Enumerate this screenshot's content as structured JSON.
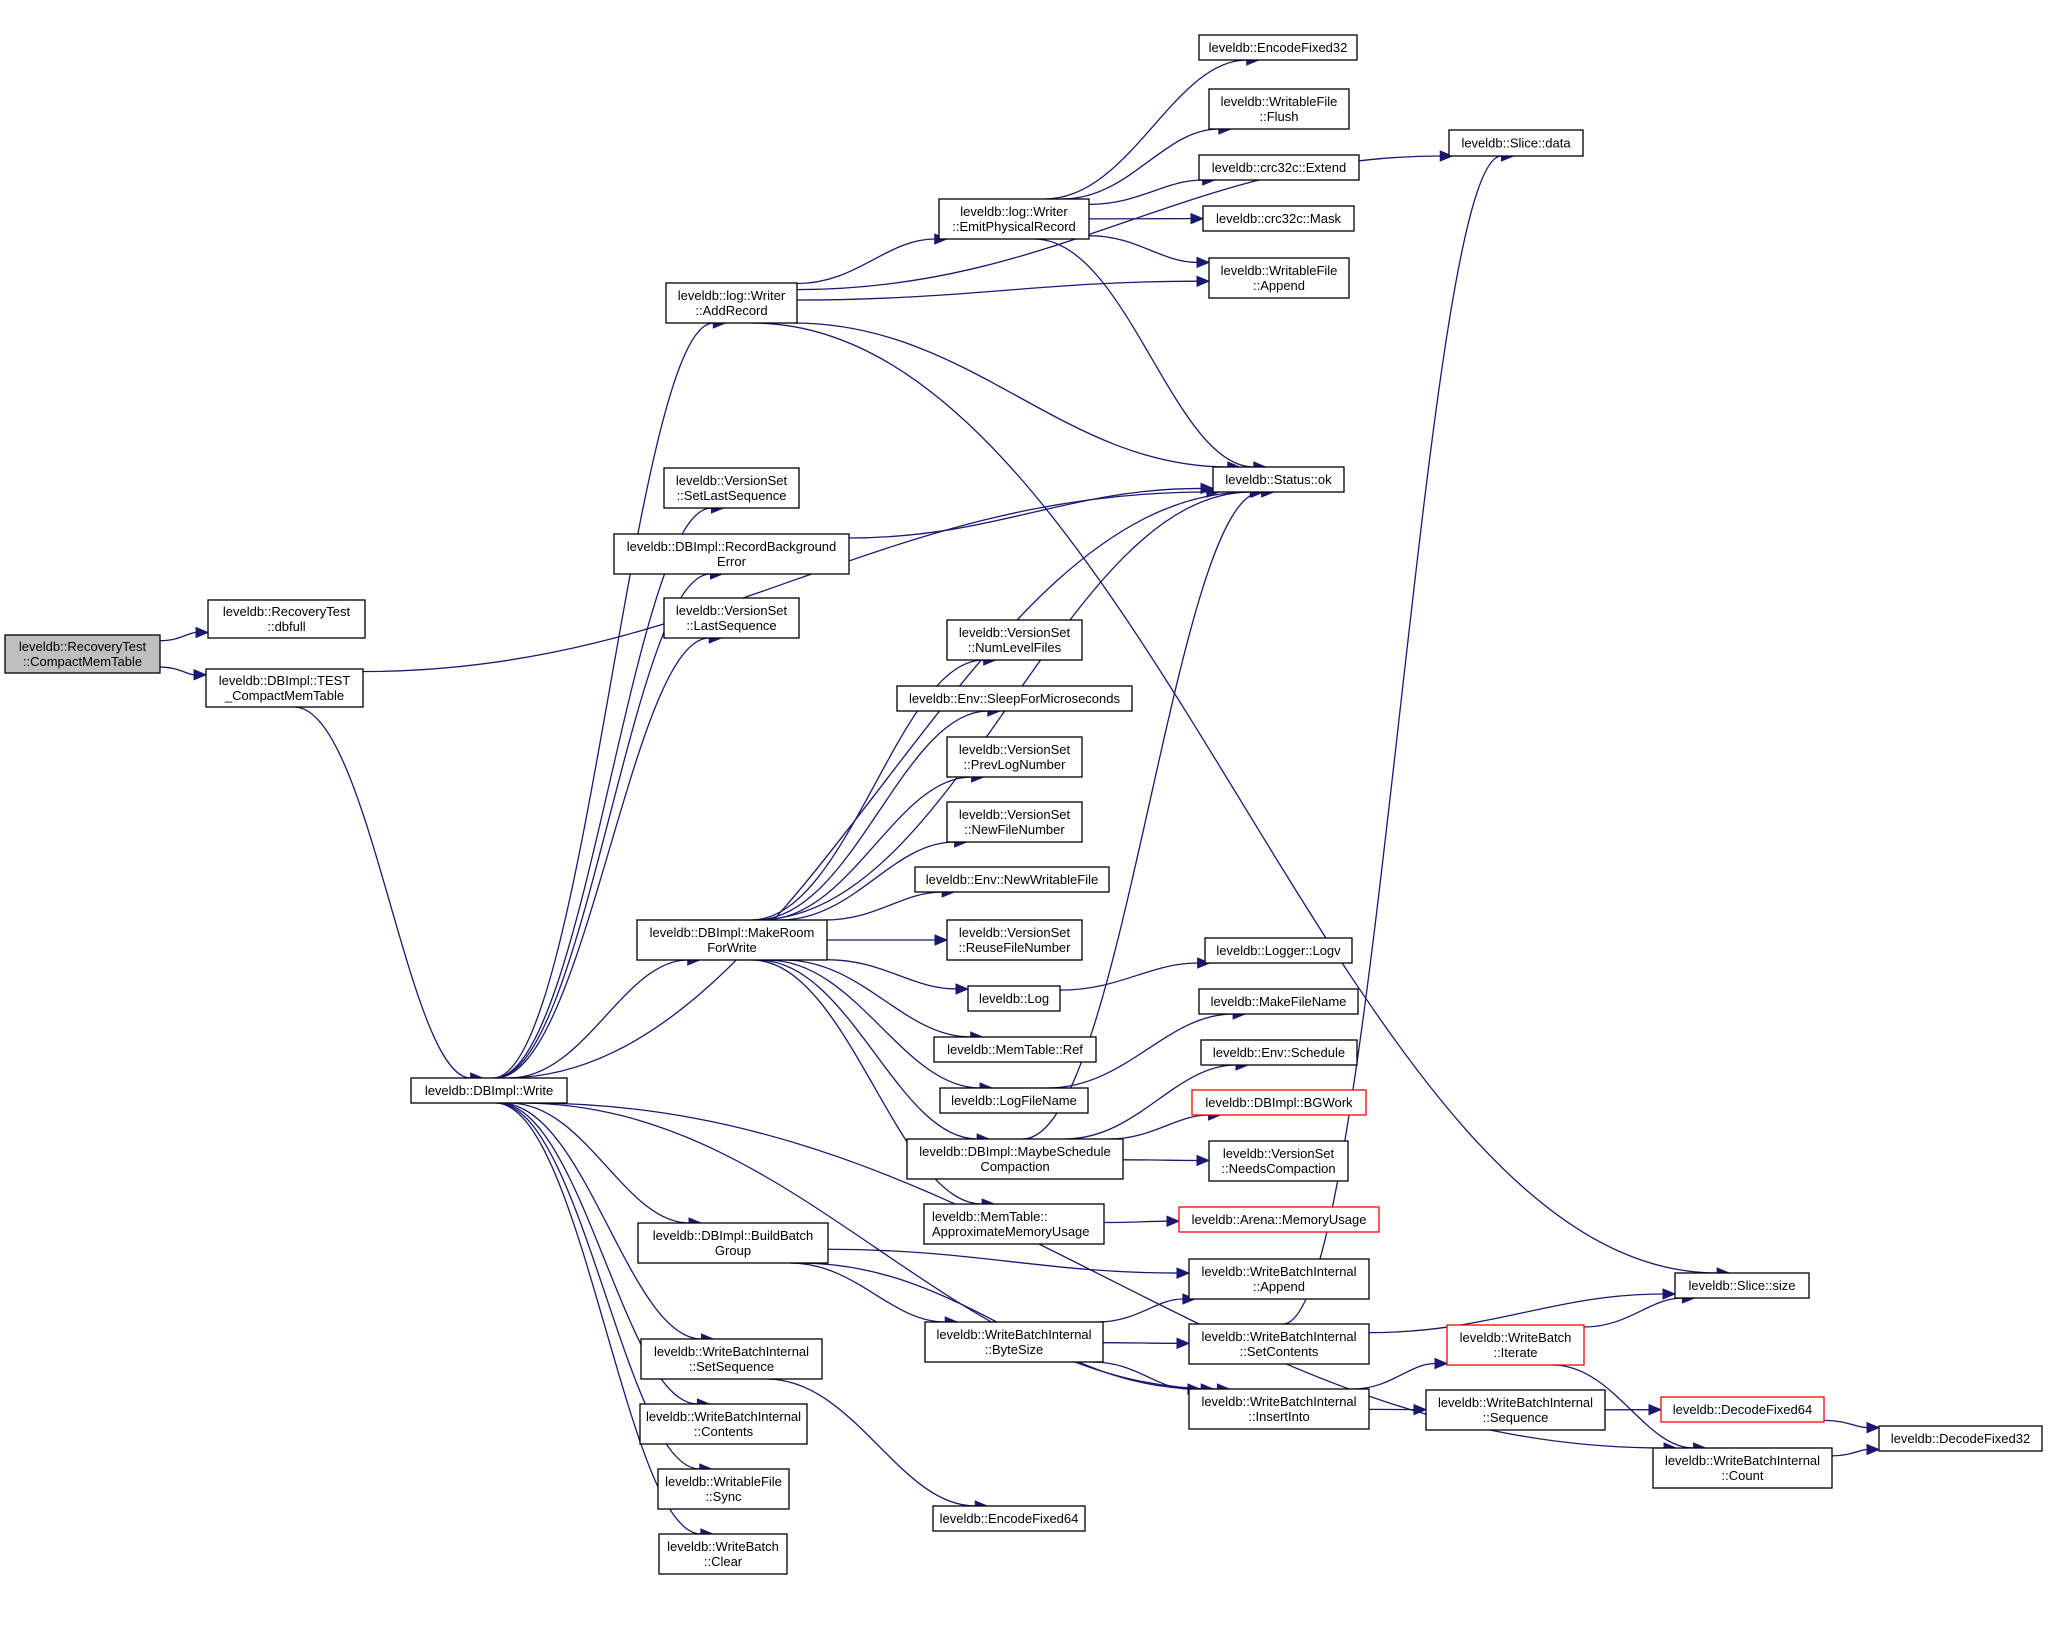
{
  "title": "Call graph for leveldb::RecoveryTest::CompactMemTable",
  "colors": {
    "edge": "#191970",
    "node_border": "#000000",
    "truncated_node_border": "#ff0000",
    "root_fill": "#bfbfbf",
    "node_fill": "#ffffff"
  },
  "nodes": [
    {
      "id": "root",
      "lines": [
        "leveldb::RecoveryTest",
        "::CompactMemTable"
      ],
      "style": "root"
    },
    {
      "id": "dbfull",
      "lines": [
        "leveldb::RecoveryTest",
        "::dbfull"
      ],
      "style": "normal"
    },
    {
      "id": "test_compact",
      "lines": [
        "leveldb::DBImpl::TEST",
        "_CompactMemTable"
      ],
      "style": "normal"
    },
    {
      "id": "write",
      "lines": [
        "leveldb::DBImpl::Write"
      ],
      "style": "normal"
    },
    {
      "id": "addrecord",
      "lines": [
        "leveldb::log::Writer",
        "::AddRecord"
      ],
      "style": "normal"
    },
    {
      "id": "setlastseq",
      "lines": [
        "leveldb::VersionSet",
        "::SetLastSequence"
      ],
      "style": "normal"
    },
    {
      "id": "recordbg",
      "lines": [
        "leveldb::DBImpl::RecordBackground",
        "Error"
      ],
      "style": "normal"
    },
    {
      "id": "lastseq",
      "lines": [
        "leveldb::VersionSet",
        "::LastSequence"
      ],
      "style": "normal"
    },
    {
      "id": "makeroom",
      "lines": [
        "leveldb::DBImpl::MakeRoom",
        "ForWrite"
      ],
      "style": "normal"
    },
    {
      "id": "buildbatch",
      "lines": [
        "leveldb::DBImpl::BuildBatch",
        "Group"
      ],
      "style": "normal"
    },
    {
      "id": "setsequence",
      "lines": [
        "leveldb::WriteBatchInternal",
        "::SetSequence"
      ],
      "style": "normal"
    },
    {
      "id": "contents",
      "lines": [
        "leveldb::WriteBatchInternal",
        "::Contents"
      ],
      "style": "normal"
    },
    {
      "id": "sync",
      "lines": [
        "leveldb::WritableFile",
        "::Sync"
      ],
      "style": "normal"
    },
    {
      "id": "clear",
      "lines": [
        "leveldb::WriteBatch",
        "::Clear"
      ],
      "style": "normal"
    },
    {
      "id": "emitphys",
      "lines": [
        "leveldb::log::Writer",
        "::EmitPhysicalRecord"
      ],
      "style": "normal"
    },
    {
      "id": "encode32",
      "lines": [
        "leveldb::EncodeFixed32"
      ],
      "style": "normal"
    },
    {
      "id": "flush",
      "lines": [
        "leveldb::WritableFile",
        "::Flush"
      ],
      "style": "normal"
    },
    {
      "id": "extend",
      "lines": [
        "leveldb::crc32c::Extend"
      ],
      "style": "normal"
    },
    {
      "id": "mask",
      "lines": [
        "leveldb::crc32c::Mask"
      ],
      "style": "normal"
    },
    {
      "id": "append_file",
      "lines": [
        "leveldb::WritableFile",
        "::Append"
      ],
      "style": "normal"
    },
    {
      "id": "slicedata",
      "lines": [
        "leveldb::Slice::data"
      ],
      "style": "normal"
    },
    {
      "id": "statusok",
      "lines": [
        "leveldb::Status::ok"
      ],
      "style": "normal"
    },
    {
      "id": "numlevel",
      "lines": [
        "leveldb::VersionSet",
        "::NumLevelFiles"
      ],
      "style": "normal"
    },
    {
      "id": "sleep",
      "lines": [
        "leveldb::Env::SleepForMicroseconds"
      ],
      "style": "normal"
    },
    {
      "id": "prevlog",
      "lines": [
        "leveldb::VersionSet",
        "::PrevLogNumber"
      ],
      "style": "normal"
    },
    {
      "id": "newfile",
      "lines": [
        "leveldb::VersionSet",
        "::NewFileNumber"
      ],
      "style": "normal"
    },
    {
      "id": "newwritable",
      "lines": [
        "leveldb::Env::NewWritableFile"
      ],
      "style": "normal"
    },
    {
      "id": "reusefile",
      "lines": [
        "leveldb::VersionSet",
        "::ReuseFileNumber"
      ],
      "style": "normal"
    },
    {
      "id": "log",
      "lines": [
        "leveldb::Log"
      ],
      "style": "normal"
    },
    {
      "id": "memref",
      "lines": [
        "leveldb::MemTable::Ref"
      ],
      "style": "normal"
    },
    {
      "id": "logfilename",
      "lines": [
        "leveldb::LogFileName"
      ],
      "style": "normal"
    },
    {
      "id": "maybesched",
      "lines": [
        "leveldb::DBImpl::MaybeSchedule",
        "Compaction"
      ],
      "style": "normal"
    },
    {
      "id": "approxmem",
      "lines": [
        "leveldb::MemTable::",
        "ApproximateMemoryUsage"
      ],
      "style": "normal",
      "align": "left"
    },
    {
      "id": "logv",
      "lines": [
        "leveldb::Logger::Logv"
      ],
      "style": "normal"
    },
    {
      "id": "makefilename",
      "lines": [
        "leveldb::MakeFileName"
      ],
      "style": "normal"
    },
    {
      "id": "schedule",
      "lines": [
        "leveldb::Env::Schedule"
      ],
      "style": "normal"
    },
    {
      "id": "bgwork",
      "lines": [
        "leveldb::DBImpl::BGWork"
      ],
      "style": "red"
    },
    {
      "id": "needscompact",
      "lines": [
        "leveldb::VersionSet",
        "::NeedsCompaction"
      ],
      "style": "normal"
    },
    {
      "id": "arenamem",
      "lines": [
        "leveldb::Arena::MemoryUsage"
      ],
      "style": "red"
    },
    {
      "id": "wbappend",
      "lines": [
        "leveldb::WriteBatchInternal",
        "::Append"
      ],
      "style": "normal"
    },
    {
      "id": "bytesize",
      "lines": [
        "leveldb::WriteBatchInternal",
        "::ByteSize"
      ],
      "style": "normal"
    },
    {
      "id": "setcontents",
      "lines": [
        "leveldb::WriteBatchInternal",
        "::SetContents"
      ],
      "style": "normal"
    },
    {
      "id": "insertinto",
      "lines": [
        "leveldb::WriteBatchInternal",
        "::InsertInto"
      ],
      "style": "normal"
    },
    {
      "id": "encode64",
      "lines": [
        "leveldb::EncodeFixed64"
      ],
      "style": "normal"
    },
    {
      "id": "iterate",
      "lines": [
        "leveldb::WriteBatch",
        "::Iterate"
      ],
      "style": "red"
    },
    {
      "id": "sequence",
      "lines": [
        "leveldb::WriteBatchInternal",
        "::Sequence"
      ],
      "style": "normal"
    },
    {
      "id": "slicesize",
      "lines": [
        "leveldb::Slice::size"
      ],
      "style": "normal"
    },
    {
      "id": "decode64",
      "lines": [
        "leveldb::DecodeFixed64"
      ],
      "style": "red"
    },
    {
      "id": "count",
      "lines": [
        "leveldb::WriteBatchInternal",
        "::Count"
      ],
      "style": "normal"
    },
    {
      "id": "decode32",
      "lines": [
        "leveldb::DecodeFixed32"
      ],
      "style": "normal"
    }
  ],
  "edges": [
    [
      "root",
      "dbfull"
    ],
    [
      "root",
      "test_compact"
    ],
    [
      "test_compact",
      "write"
    ],
    [
      "test_compact",
      "statusok"
    ],
    [
      "write",
      "addrecord"
    ],
    [
      "write",
      "setlastseq"
    ],
    [
      "write",
      "recordbg"
    ],
    [
      "write",
      "lastseq"
    ],
    [
      "write",
      "statusok"
    ],
    [
      "write",
      "makeroom"
    ],
    [
      "write",
      "buildbatch"
    ],
    [
      "write",
      "setsequence"
    ],
    [
      "write",
      "contents"
    ],
    [
      "write",
      "sync"
    ],
    [
      "write",
      "clear"
    ],
    [
      "write",
      "insertinto"
    ],
    [
      "write",
      "count"
    ],
    [
      "addrecord",
      "emitphys"
    ],
    [
      "addrecord",
      "slicedata"
    ],
    [
      "addrecord",
      "append_file"
    ],
    [
      "addrecord",
      "statusok"
    ],
    [
      "addrecord",
      "slicesize"
    ],
    [
      "emitphys",
      "encode32"
    ],
    [
      "emitphys",
      "flush"
    ],
    [
      "emitphys",
      "extend"
    ],
    [
      "emitphys",
      "mask"
    ],
    [
      "emitphys",
      "append_file"
    ],
    [
      "emitphys",
      "statusok"
    ],
    [
      "recordbg",
      "statusok"
    ],
    [
      "makeroom",
      "statusok"
    ],
    [
      "makeroom",
      "numlevel"
    ],
    [
      "makeroom",
      "sleep"
    ],
    [
      "makeroom",
      "prevlog"
    ],
    [
      "makeroom",
      "newfile"
    ],
    [
      "makeroom",
      "newwritable"
    ],
    [
      "makeroom",
      "reusefile"
    ],
    [
      "makeroom",
      "log"
    ],
    [
      "makeroom",
      "memref"
    ],
    [
      "makeroom",
      "logfilename"
    ],
    [
      "makeroom",
      "maybesched"
    ],
    [
      "makeroom",
      "approxmem"
    ],
    [
      "log",
      "logv"
    ],
    [
      "logfilename",
      "makefilename"
    ],
    [
      "maybesched",
      "statusok"
    ],
    [
      "maybesched",
      "schedule"
    ],
    [
      "maybesched",
      "bgwork"
    ],
    [
      "maybesched",
      "needscompact"
    ],
    [
      "approxmem",
      "arenamem"
    ],
    [
      "buildbatch",
      "wbappend"
    ],
    [
      "buildbatch",
      "bytesize"
    ],
    [
      "buildbatch",
      "insertinto"
    ],
    [
      "bytesize",
      "wbappend"
    ],
    [
      "bytesize",
      "setcontents"
    ],
    [
      "bytesize",
      "insertinto"
    ],
    [
      "setcontents",
      "slicedata"
    ],
    [
      "setcontents",
      "slicesize"
    ],
    [
      "setsequence",
      "encode64"
    ],
    [
      "insertinto",
      "iterate"
    ],
    [
      "insertinto",
      "sequence"
    ],
    [
      "iterate",
      "slicesize"
    ],
    [
      "iterate",
      "count"
    ],
    [
      "sequence",
      "decode64"
    ],
    [
      "decode64",
      "decode32"
    ],
    [
      "count",
      "decode32"
    ]
  ]
}
